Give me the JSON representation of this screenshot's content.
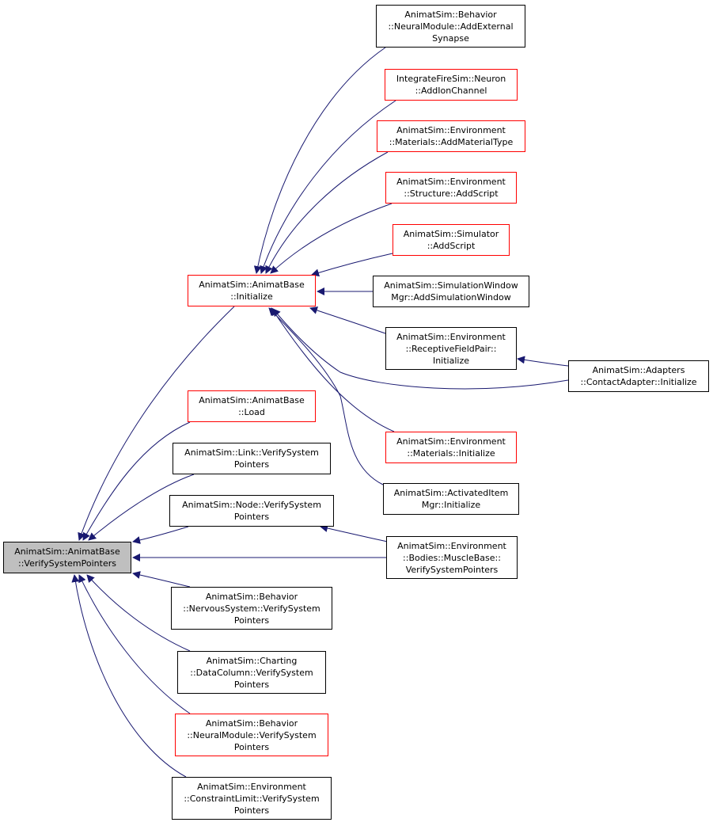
{
  "diagram": {
    "edge_color": "#191970",
    "nodes": [
      {
        "id": "verify_root",
        "lines": [
          "AnimatSim::AnimatBase",
          "::VerifySystemPointers"
        ],
        "style": "focus"
      },
      {
        "id": "initialize",
        "lines": [
          "AnimatSim::AnimatBase",
          "::Initialize"
        ],
        "style": "red"
      },
      {
        "id": "add_external_synapse",
        "lines": [
          "AnimatSim::Behavior",
          "::NeuralModule::AddExternal",
          "Synapse"
        ],
        "style": "black"
      },
      {
        "id": "add_ion_channel",
        "lines": [
          "IntegrateFireSim::Neuron",
          "::AddIonChannel"
        ],
        "style": "red"
      },
      {
        "id": "add_material_type",
        "lines": [
          "AnimatSim::Environment",
          "::Materials::AddMaterialType"
        ],
        "style": "red"
      },
      {
        "id": "structure_add_script",
        "lines": [
          "AnimatSim::Environment",
          "::Structure::AddScript"
        ],
        "style": "red"
      },
      {
        "id": "simulator_add_script",
        "lines": [
          "AnimatSim::Simulator",
          "::AddScript"
        ],
        "style": "red"
      },
      {
        "id": "add_simulation_window",
        "lines": [
          "AnimatSim::SimulationWindow",
          "Mgr::AddSimulationWindow"
        ],
        "style": "black"
      },
      {
        "id": "receptive_field_pair_init",
        "lines": [
          "AnimatSim::Environment",
          "::ReceptiveFieldPair::",
          "Initialize"
        ],
        "style": "black"
      },
      {
        "id": "contact_adapter_init",
        "lines": [
          "AnimatSim::Adapters",
          "::ContactAdapter::Initialize"
        ],
        "style": "black"
      },
      {
        "id": "materials_init",
        "lines": [
          "AnimatSim::Environment",
          "::Materials::Initialize"
        ],
        "style": "red"
      },
      {
        "id": "activated_item_mgr_init",
        "lines": [
          "AnimatSim::ActivatedItem",
          "Mgr::Initialize"
        ],
        "style": "black"
      },
      {
        "id": "load",
        "lines": [
          "AnimatSim::AnimatBase",
          "::Load"
        ],
        "style": "red"
      },
      {
        "id": "link_verify",
        "lines": [
          "AnimatSim::Link::VerifySystem",
          "Pointers"
        ],
        "style": "black"
      },
      {
        "id": "node_verify",
        "lines": [
          "AnimatSim::Node::VerifySystem",
          "Pointers"
        ],
        "style": "black"
      },
      {
        "id": "muscle_base_verify",
        "lines": [
          "AnimatSim::Environment",
          "::Bodies::MuscleBase::",
          "VerifySystemPointers"
        ],
        "style": "black"
      },
      {
        "id": "nervous_system_verify",
        "lines": [
          "AnimatSim::Behavior",
          "::NervousSystem::VerifySystem",
          "Pointers"
        ],
        "style": "black"
      },
      {
        "id": "data_column_verify",
        "lines": [
          "AnimatSim::Charting",
          "::DataColumn::VerifySystem",
          "Pointers"
        ],
        "style": "black"
      },
      {
        "id": "neural_module_verify",
        "lines": [
          "AnimatSim::Behavior",
          "::NeuralModule::VerifySystem",
          "Pointers"
        ],
        "style": "red"
      },
      {
        "id": "constraint_limit_verify",
        "lines": [
          "AnimatSim::Environment",
          "::ConstraintLimit::VerifySystem",
          "Pointers"
        ],
        "style": "black"
      }
    ],
    "edges": [
      {
        "from": "initialize",
        "to": "verify_root"
      },
      {
        "from": "load",
        "to": "verify_root"
      },
      {
        "from": "link_verify",
        "to": "verify_root"
      },
      {
        "from": "node_verify",
        "to": "verify_root"
      },
      {
        "from": "muscle_base_verify",
        "to": "verify_root"
      },
      {
        "from": "nervous_system_verify",
        "to": "verify_root"
      },
      {
        "from": "data_column_verify",
        "to": "verify_root"
      },
      {
        "from": "neural_module_verify",
        "to": "verify_root"
      },
      {
        "from": "constraint_limit_verify",
        "to": "verify_root"
      },
      {
        "from": "add_external_synapse",
        "to": "initialize"
      },
      {
        "from": "add_ion_channel",
        "to": "initialize"
      },
      {
        "from": "add_material_type",
        "to": "initialize"
      },
      {
        "from": "structure_add_script",
        "to": "initialize"
      },
      {
        "from": "simulator_add_script",
        "to": "initialize"
      },
      {
        "from": "add_simulation_window",
        "to": "initialize"
      },
      {
        "from": "receptive_field_pair_init",
        "to": "initialize"
      },
      {
        "from": "contact_adapter_init",
        "to": "initialize"
      },
      {
        "from": "materials_init",
        "to": "initialize"
      },
      {
        "from": "activated_item_mgr_init",
        "to": "initialize"
      },
      {
        "from": "contact_adapter_init",
        "to": "receptive_field_pair_init"
      },
      {
        "from": "muscle_base_verify",
        "to": "node_verify"
      }
    ]
  }
}
